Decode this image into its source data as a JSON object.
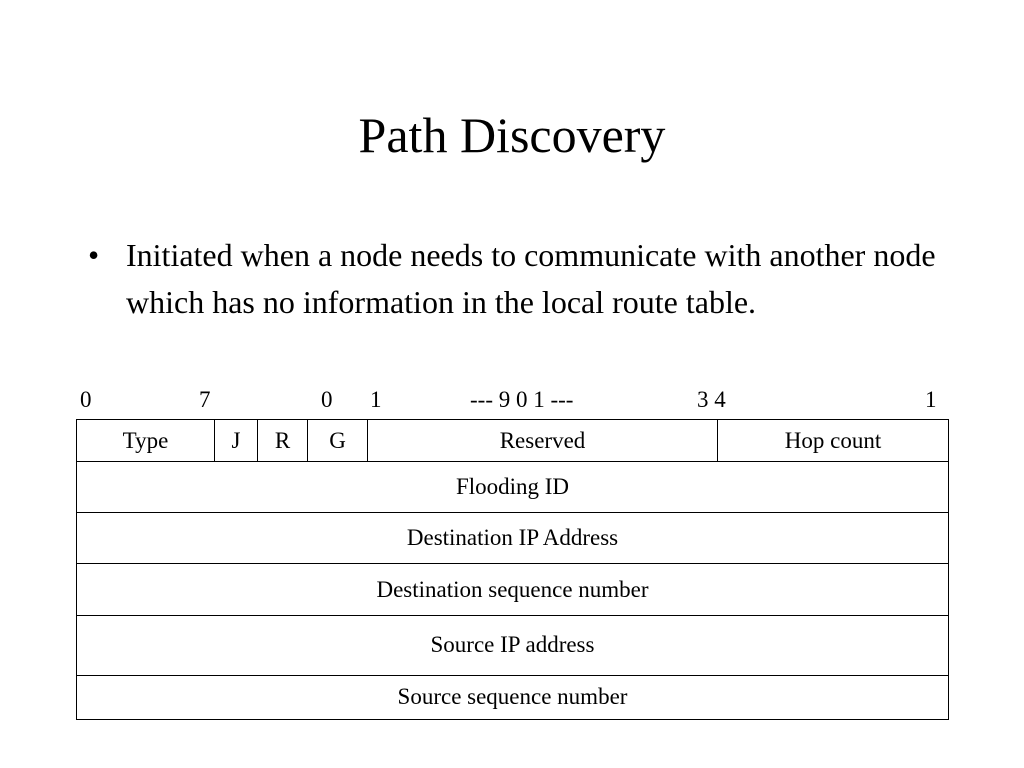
{
  "slide": {
    "title": "Path Discovery",
    "bullets": [
      "Initiated when a node needs to communicate with another node which has no information in the local route table."
    ],
    "bullet_symbol": "•"
  },
  "packet_format": {
    "bit_labels": [
      "0",
      "7",
      "0",
      "1",
      "--- 9 0 1 ---",
      "3 4",
      "1"
    ],
    "header_fields": [
      "Type",
      "J",
      "R",
      "G",
      "Reserved",
      "Hop count"
    ],
    "rows": [
      "Flooding ID",
      "Destination IP Address",
      "Destination sequence number",
      "Source IP address",
      "Source sequence number"
    ]
  }
}
